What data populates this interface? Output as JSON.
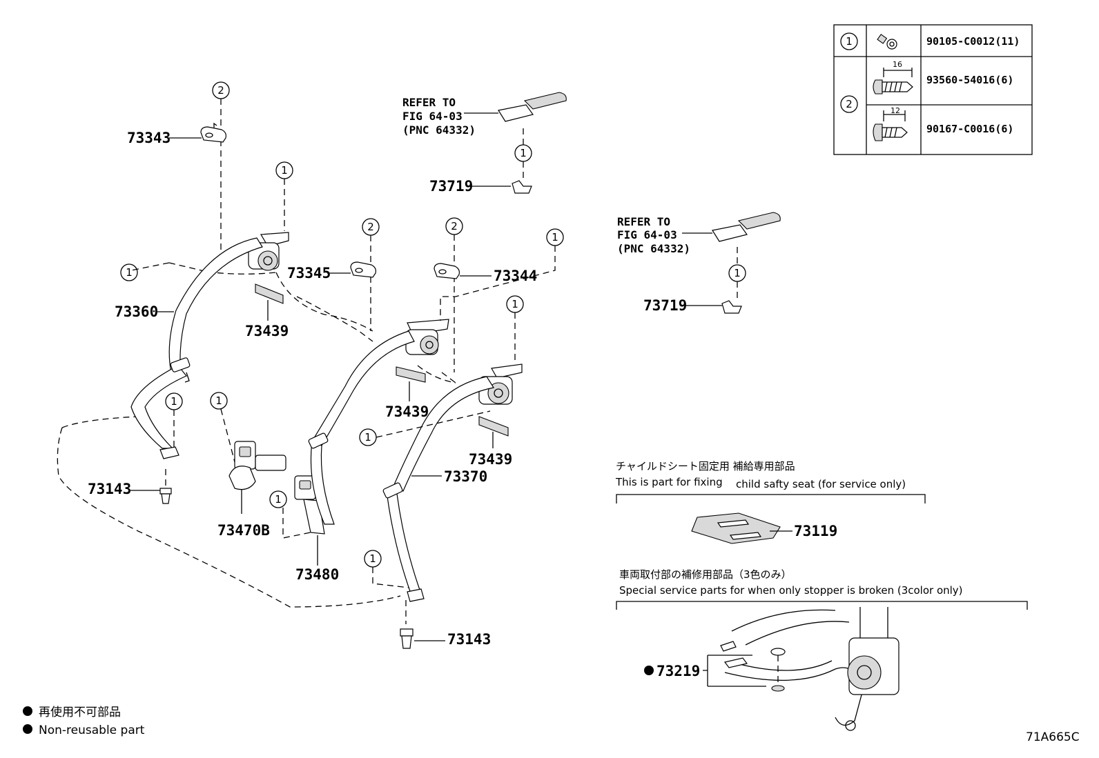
{
  "parts": {
    "p73343": "73343",
    "p73360": "73360",
    "p73439a": "73439",
    "p73345": "73345",
    "p73344": "73344",
    "p73439b": "73439",
    "p73439c": "73439",
    "p73370": "73370",
    "p73143a": "73143",
    "p73470b": "73470B",
    "p73480": "73480",
    "p73143b": "73143",
    "p73719a": "73719",
    "p73719b": "73719",
    "p73119": "73119",
    "p73219": "73219"
  },
  "refer": {
    "line1": "REFER TO",
    "line2": "FIG 64-03",
    "line3": "(PNC 64332)"
  },
  "callouts": {
    "c1": "1",
    "c2": "2"
  },
  "fastener_table": {
    "rows": [
      {
        "key": "1",
        "code": "90105-C0012(11)"
      },
      {
        "key": "2",
        "dimension": "16",
        "code": "93560-54016(6)"
      },
      {
        "key": "2",
        "dimension": "12",
        "code": "90167-C0016(6)"
      }
    ]
  },
  "child_seat_note": {
    "jp": "チャイルドシート固定用 補給専用部品",
    "en_a": "This is part for fixing",
    "en_b": "child safty seat (for service only)"
  },
  "stopper_note": {
    "jp": "車両取付部の補修用部品（3色のみ）",
    "en": "Special service parts for when only stopper is broken (3color only)"
  },
  "legend": {
    "jp": "再使用不可部品",
    "en": "Non-reusable part"
  },
  "figure_code": "71A665C"
}
